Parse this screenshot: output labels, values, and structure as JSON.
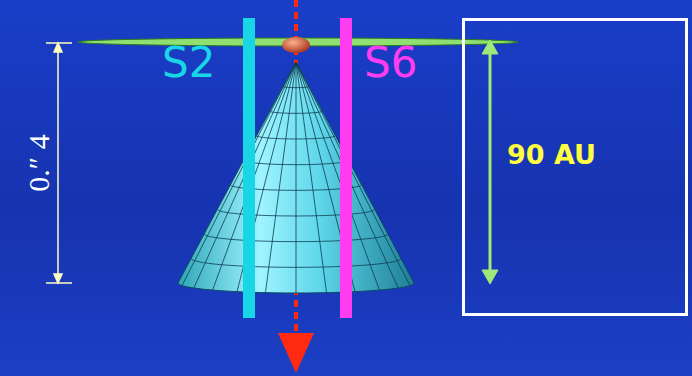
{
  "diagram": {
    "nodes": [
      {
        "text": [
          "90 AU"
        ]
      }
    ],
    "labels": [
      "0.″ 4",
      "S2",
      "S6"
    ]
  }
}
